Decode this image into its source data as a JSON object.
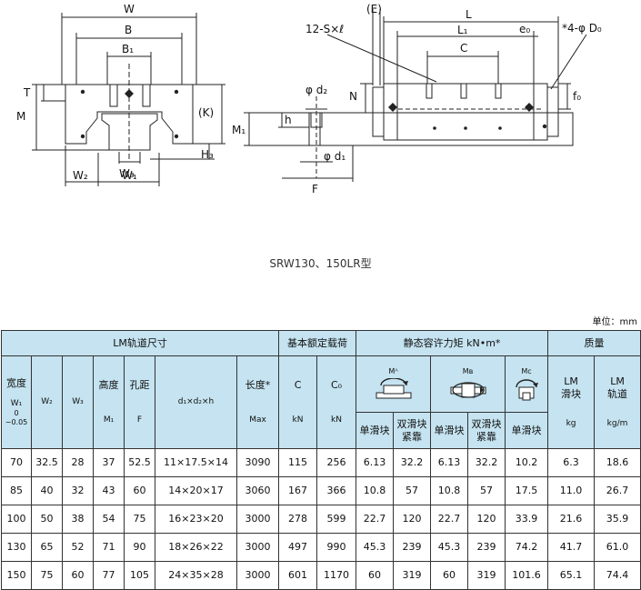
{
  "drawing": {
    "left_labels": {
      "W": "W",
      "B": "B",
      "B1": "B₁",
      "T": "T",
      "M": "M",
      "K": "(K)",
      "W3": "W₃",
      "H3": "H₃",
      "W2": "W₂",
      "W1": "W₁"
    },
    "right_labels": {
      "E": "(E)",
      "L": "L",
      "L1": "L₁",
      "C": "C",
      "e0": "e₀",
      "D0": "*4-φ D₀",
      "S": "12-S×ℓ",
      "d2": "φ d₂",
      "N": "N",
      "f0": "f₀",
      "M1": "M₁",
      "h": "h",
      "d1": "φ d₁",
      "F": "F"
    }
  },
  "caption": "SRW130、150LR型",
  "unit": "单位：mm",
  "table": {
    "group_rail": "LM轨道尺寸",
    "group_load": "基本额定载荷",
    "group_moment": "静态容许力矩 kN•m*",
    "group_mass": "质量",
    "width_label": "宽度",
    "width_sym": "W₁",
    "width_tol_a": "0",
    "width_tol_b": "−0.05",
    "w2": "W₂",
    "w3": "W₃",
    "height_label": "高度",
    "height_sym": "M₁",
    "pitch_label": "孔距",
    "pitch_sym": "F",
    "hole_sym": "d₁×d₂×h",
    "length_label": "长度*",
    "length_sym": "Max",
    "c_label": "C",
    "c_unit": "kN",
    "c0_label": "C₀",
    "c0_unit": "kN",
    "ma": "Mᴬ",
    "mb": "Mʙ",
    "mc": "Mᴄ",
    "single": "单滑块",
    "double_a": "双滑块",
    "double_b": "紧靠",
    "block_label_a": "LM",
    "block_label_b": "滑块",
    "block_unit": "kg",
    "rail_label_a": "LM",
    "rail_label_b": "轨道",
    "rail_unit": "kg/m",
    "rows": [
      [
        "70",
        "32.5",
        "28",
        "37",
        "52.5",
        "11×17.5×14",
        "3090",
        "115",
        "256",
        "6.13",
        "32.2",
        "6.13",
        "32.2",
        "10.2",
        "6.3",
        "18.6"
      ],
      [
        "85",
        "40",
        "32",
        "43",
        "60",
        "14×20×17",
        "3060",
        "167",
        "366",
        "10.8",
        "57",
        "10.8",
        "57",
        "17.5",
        "11.0",
        "26.7"
      ],
      [
        "100",
        "50",
        "38",
        "54",
        "75",
        "16×23×20",
        "3000",
        "278",
        "599",
        "22.7",
        "120",
        "22.7",
        "120",
        "33.9",
        "21.6",
        "35.9"
      ],
      [
        "130",
        "65",
        "52",
        "71",
        "90",
        "18×26×22",
        "3000",
        "497",
        "990",
        "45.3",
        "239",
        "45.3",
        "239",
        "74.2",
        "41.7",
        "61.0"
      ],
      [
        "150",
        "75",
        "60",
        "77",
        "105",
        "24×35×28",
        "3000",
        "601",
        "1170",
        "60",
        "319",
        "60",
        "319",
        "101.6",
        "65.1",
        "74.4"
      ]
    ]
  },
  "colors": {
    "header_bg": "#c5e3f0",
    "line": "#333333"
  }
}
